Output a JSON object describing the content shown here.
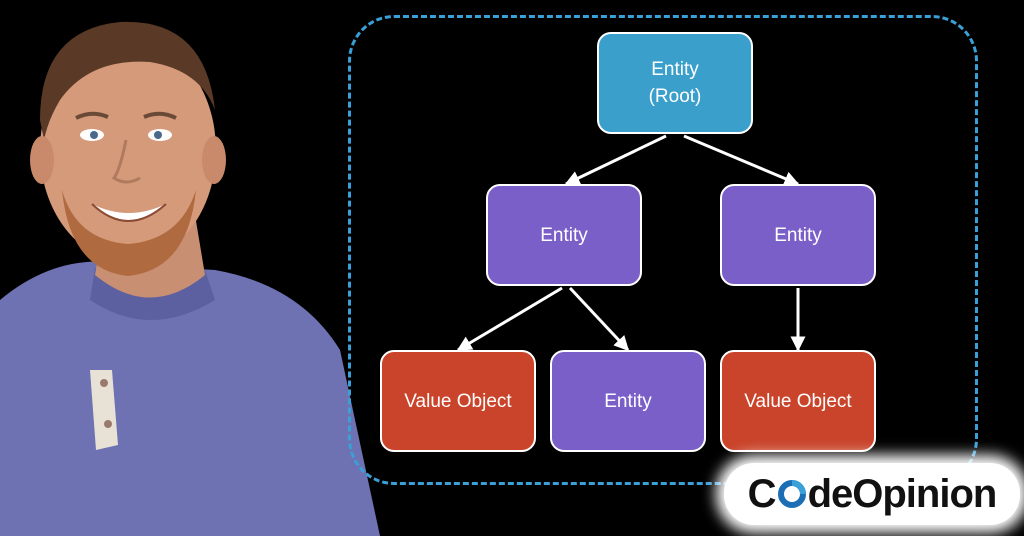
{
  "diagram": {
    "nodes": [
      {
        "id": "root",
        "label": "Entity\n(Root)",
        "kind": "root"
      },
      {
        "id": "e1",
        "label": "Entity",
        "kind": "entity"
      },
      {
        "id": "e2",
        "label": "Entity",
        "kind": "entity"
      },
      {
        "id": "v1",
        "label": "Value Object",
        "kind": "value"
      },
      {
        "id": "e3",
        "label": "Entity",
        "kind": "entity"
      },
      {
        "id": "v2",
        "label": "Value Object",
        "kind": "value"
      }
    ],
    "edges": [
      {
        "from": "root",
        "to": "e1"
      },
      {
        "from": "root",
        "to": "e2"
      },
      {
        "from": "e1",
        "to": "v1"
      },
      {
        "from": "e1",
        "to": "e3"
      },
      {
        "from": "e2",
        "to": "v2"
      }
    ]
  },
  "logo": {
    "text_lead": "C",
    "text_rest": "deOpinion",
    "ring_colors": [
      "#1c6fb5",
      "#3aa0d8"
    ]
  },
  "colors": {
    "root": "#3b9fcc",
    "entity": "#7b5fc9",
    "value_object": "#c9442a",
    "boundary": "#3aa0d8",
    "background": "#000000"
  }
}
